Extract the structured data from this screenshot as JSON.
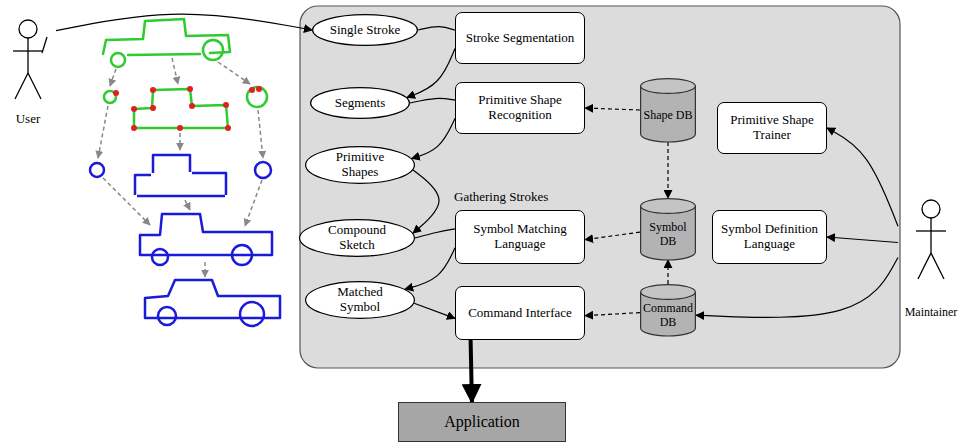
{
  "diagram": {
    "nodes": [
      {
        "text": [
          "User"
        ]
      },
      {
        "text": [
          "Single Stroke"
        ]
      },
      {
        "text": [
          "Stroke Segmentation"
        ]
      },
      {
        "text": [
          "Segments"
        ]
      },
      {
        "text": [
          "Primitive Shape Recognition"
        ]
      },
      {
        "text": [
          "Shape DB"
        ]
      },
      {
        "text": [
          "Primitive Shape Trainer"
        ]
      },
      {
        "text": [
          "Primitive Shapes"
        ]
      },
      {
        "text": [
          "Compound Sketch"
        ]
      },
      {
        "text": [
          "Symbol Matching Language"
        ]
      },
      {
        "text": [
          "Symbol DB"
        ]
      },
      {
        "text": [
          "Symbol Definition Language"
        ]
      },
      {
        "text": [
          "Matched Symbol"
        ]
      },
      {
        "text": [
          "Command Interface"
        ]
      },
      {
        "text": [
          "Command DB"
        ]
      },
      {
        "text": [
          "Maintainer"
        ]
      },
      {
        "text": [
          "Application"
        ]
      }
    ],
    "edges": [
      {
        "from": 0,
        "to": 1,
        "arrow": "to"
      },
      {
        "from": 1,
        "to": 2,
        "arrow": "none"
      },
      {
        "from": 2,
        "to": 3,
        "arrow": "to"
      },
      {
        "from": 3,
        "to": 4,
        "arrow": "none"
      },
      {
        "from": 4,
        "to": 7,
        "arrow": "to"
      },
      {
        "from": 5,
        "to": 4,
        "arrow": "to"
      },
      {
        "from": 7,
        "to": 8,
        "label": "Gathering Strokes",
        "arrow": "to"
      },
      {
        "from": 8,
        "to": 9,
        "arrow": "none"
      },
      {
        "from": 9,
        "to": 12,
        "arrow": "to"
      },
      {
        "from": 5,
        "to": 10,
        "arrow": "to"
      },
      {
        "from": 10,
        "to": 9,
        "arrow": "to"
      },
      {
        "from": 14,
        "to": 10,
        "arrow": "to"
      },
      {
        "from": 12,
        "to": 13,
        "arrow": "to"
      },
      {
        "from": 14,
        "to": 13,
        "arrow": "to"
      },
      {
        "from": 13,
        "to": 16,
        "arrow": "to"
      },
      {
        "from": 15,
        "to": 6,
        "arrow": "to"
      },
      {
        "from": 15,
        "to": 11,
        "arrow": "to"
      },
      {
        "from": 15,
        "to": 14,
        "arrow": "to"
      }
    ]
  }
}
